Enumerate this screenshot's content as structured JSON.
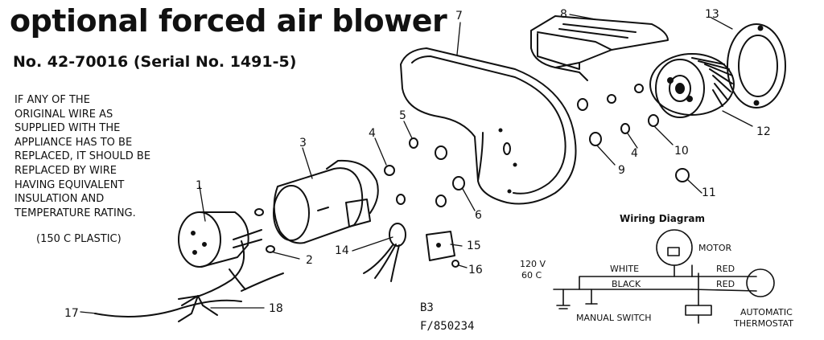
{
  "header": {
    "title": "optional forced air blower",
    "subtitle": "No. 42-70016 (Serial No. 1491-5)"
  },
  "warning_lines": [
    "IF ANY OF THE",
    "ORIGINAL WIRE AS",
    "SUPPLIED WITH THE",
    "APPLIANCE HAS TO BE",
    "REPLACED, IT SHOULD BE",
    "REPLACED BY WIRE",
    "HAVING EQUIVALENT",
    "INSULATION AND",
    "TEMPERATURE RATING."
  ],
  "plastic_note": "(150   C PLASTIC)",
  "part_numbers": {
    "p1": "1",
    "p2": "2",
    "p3": "3",
    "p4a": "4",
    "p4b": "4",
    "p5": "5",
    "p6": "6",
    "p7": "7",
    "p8": "8",
    "p9": "9",
    "p10": "10",
    "p11": "11",
    "p12": "12",
    "p13": "13",
    "p14": "14",
    "p15": "15",
    "p16": "16",
    "p17": "17",
    "p18": "18"
  },
  "wiring": {
    "title": "Wiring Diagram",
    "motor": "MOTOR",
    "voltage": "120 V",
    "frequency": "60 C",
    "white": "WHITE",
    "black": "BLACK",
    "red_top": "RED",
    "red_bottom": "RED",
    "manual_switch": "MANUAL SWITCH",
    "thermostat_line1": "AUTOMATIC",
    "thermostat_line2": "THERMOSTAT"
  },
  "codes": {
    "b3": "B3",
    "fcode": "F/850234"
  }
}
